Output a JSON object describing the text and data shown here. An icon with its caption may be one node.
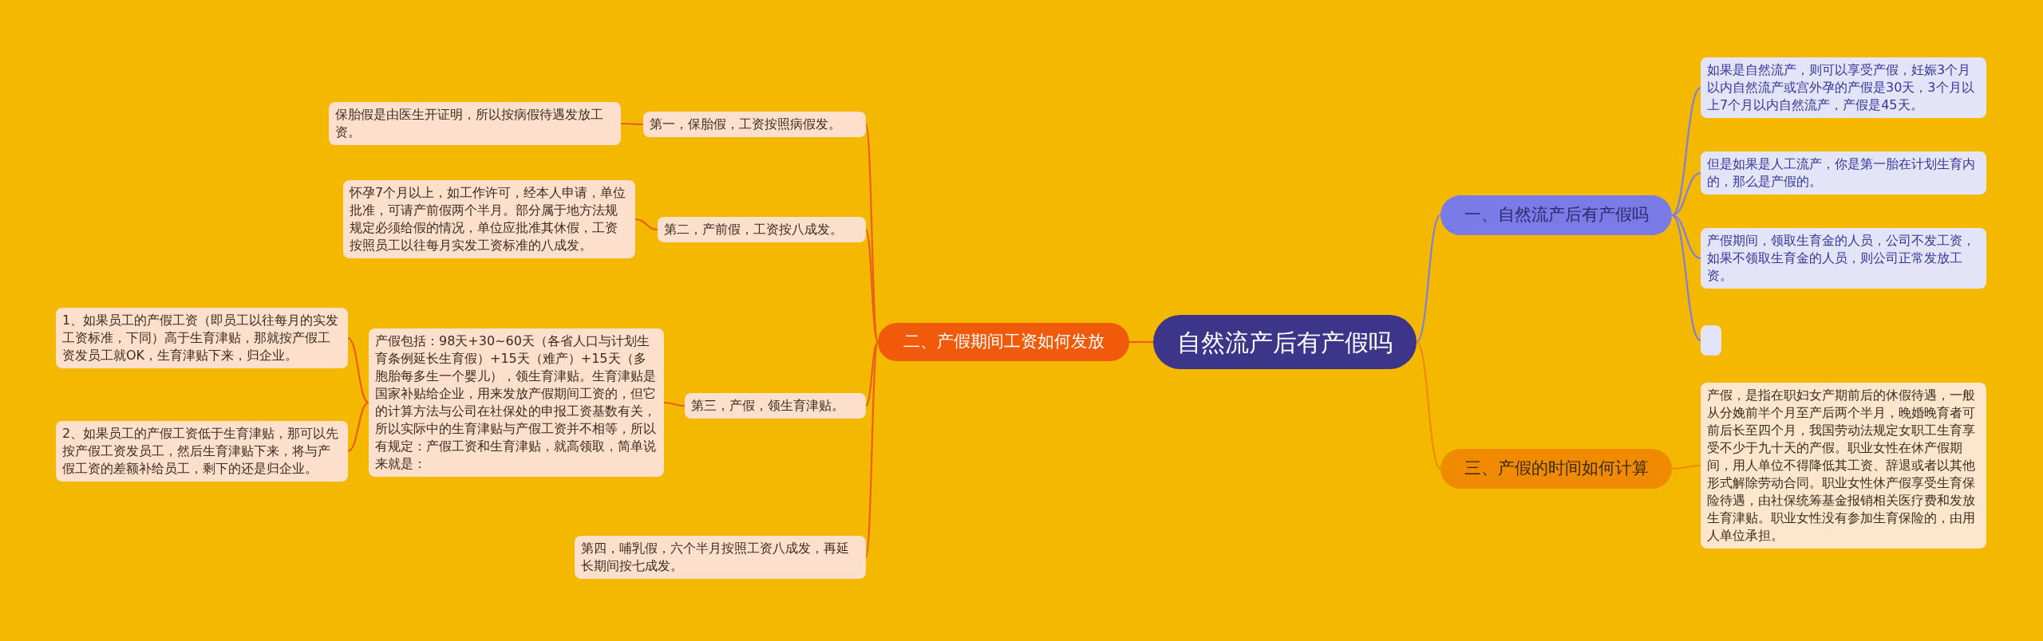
{
  "diagram": {
    "nodes": [
      {
        "text": [
          "自然流产后有产假吗"
        ]
      },
      {
        "text": [
          "一、自然流产后有产假吗"
        ]
      },
      {
        "text": [
          "如果是自然流产，则可以享受产假，妊娠3个月以内自然流产或宫外孕的产假是30天，3个月以上7个月以内自然流产，产假是45天。"
        ]
      },
      {
        "text": [
          "但是如果是人工流产，你是第一胎在计划生育内的，那么是产假的。"
        ]
      },
      {
        "text": [
          "产假期间，领取生育金的人员，公司不发工资，如果不领取生育金的人员，则公司正常发放工资。"
        ]
      },
      {
        "text": [],
        "shape": "box"
      },
      {
        "text": [
          "二、产假期间工资如何发放"
        ]
      },
      {
        "text": [
          "第一，保胎假，工资按照病假发。"
        ]
      },
      {
        "text": [
          "保胎假是由医生开证明，所以按病假待遇发放工资。"
        ]
      },
      {
        "text": [
          "第二，产前假，工资按八成发。"
        ]
      },
      {
        "text": [
          "怀孕7个月以上，如工作许可，经本人申请，单位批准，可请产前假两个半月。部分属于地方法规规定必须给假的情况，单位应批准其休假，工资按照员工以往每月实发工资标准的八成发。"
        ]
      },
      {
        "text": [
          "第三，产假，领生育津贴。"
        ]
      },
      {
        "text": [
          "产假包括：98天+30~60天（各省人口与计划生育条例延长生育假）+15天（难产）+15天（多胞胎每多生一个婴儿），领生育津贴。生育津贴是国家补贴给企业，用来发放产假期间工资的，但它的计算方法与公司在社保处的申报工资基数有关，所以实际中的生育津贴与产假工资并不相等，所以有规定：产假工资和生育津贴，就高领取，简单说来就是："
        ]
      },
      {
        "text": [
          "1、如果员工的产假工资（即员工以往每月的实发工资标准，下同）高于生育津贴，那就按产假工资发员工就OK，生育津贴下来，归企业。"
        ]
      },
      {
        "text": [
          "2、如果员工的产假工资低于生育津贴，那可以先按产假工资发员工，然后生育津贴下来，将与产假工资的差额补给员工，剩下的还是归企业。"
        ]
      },
      {
        "text": [
          "第四，哺乳假，六个半月按照工资八成发，再延长期间按七成发。"
        ]
      },
      {
        "text": [
          "三、产假的时间如何计算"
        ]
      },
      {
        "text": [
          "产假，是指在职妇女产期前后的休假待遇，一般从分娩前半个月至产后两个半月，晚婚晚育者可前后长至四个月，我国劳动法规定女职工生育享受不少于九十天的产假。职业女性在休产假期间，用人单位不得降低其工资、辞退或者以其他形式解除劳动合同。职业女性休产假享受生育保险待遇，由社保统筹基金报销相关医疗费和发放生育津贴。职业女性没有参加生育保险的，由用人单位承担。"
        ]
      }
    ],
    "edges": [
      {
        "from": 0,
        "to": 1,
        "arrow": "none",
        "color": "#7b7fe0"
      },
      {
        "from": 1,
        "to": 2,
        "arrow": "none",
        "color": "#7b7fe0"
      },
      {
        "from": 1,
        "to": 3,
        "arrow": "none",
        "color": "#7b7fe0"
      },
      {
        "from": 1,
        "to": 4,
        "arrow": "none",
        "color": "#7b7fe0"
      },
      {
        "from": 1,
        "to": 5,
        "arrow": "none",
        "color": "#7b7fe0"
      },
      {
        "from": 0,
        "to": 6,
        "arrow": "none"
      },
      {
        "from": 6,
        "to": 7,
        "arrow": "none"
      },
      {
        "from": 7,
        "to": 8,
        "arrow": "none"
      },
      {
        "from": 6,
        "to": 9,
        "arrow": "none"
      },
      {
        "from": 9,
        "to": 10,
        "arrow": "none"
      },
      {
        "from": 6,
        "to": 11,
        "arrow": "none"
      },
      {
        "from": 11,
        "to": 12,
        "arrow": "none"
      },
      {
        "from": 12,
        "to": 13,
        "arrow": "none"
      },
      {
        "from": 12,
        "to": 14,
        "arrow": "none"
      },
      {
        "from": 6,
        "to": 15,
        "arrow": "none"
      },
      {
        "from": 0,
        "to": 16,
        "arrow": "none",
        "color": "#f08a00"
      },
      {
        "from": 16,
        "to": 17,
        "arrow": "none",
        "color": "#f08a00"
      }
    ]
  }
}
